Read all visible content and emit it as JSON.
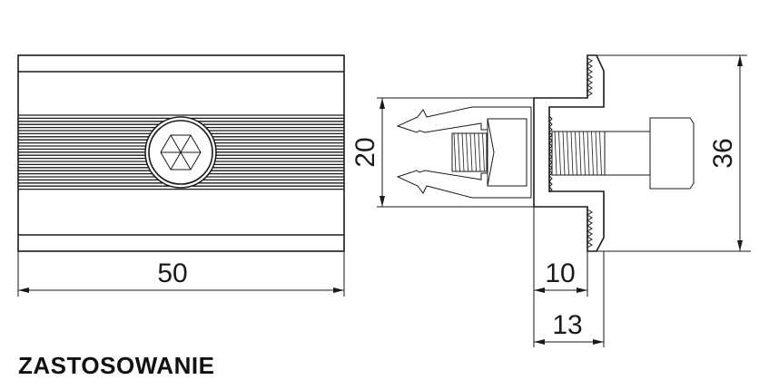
{
  "dimensions": {
    "width": "50",
    "height_clip": "20",
    "height_total": "36",
    "flange": "10",
    "flange_total": "13"
  },
  "section_heading": "ZASTOSOWANIE"
}
